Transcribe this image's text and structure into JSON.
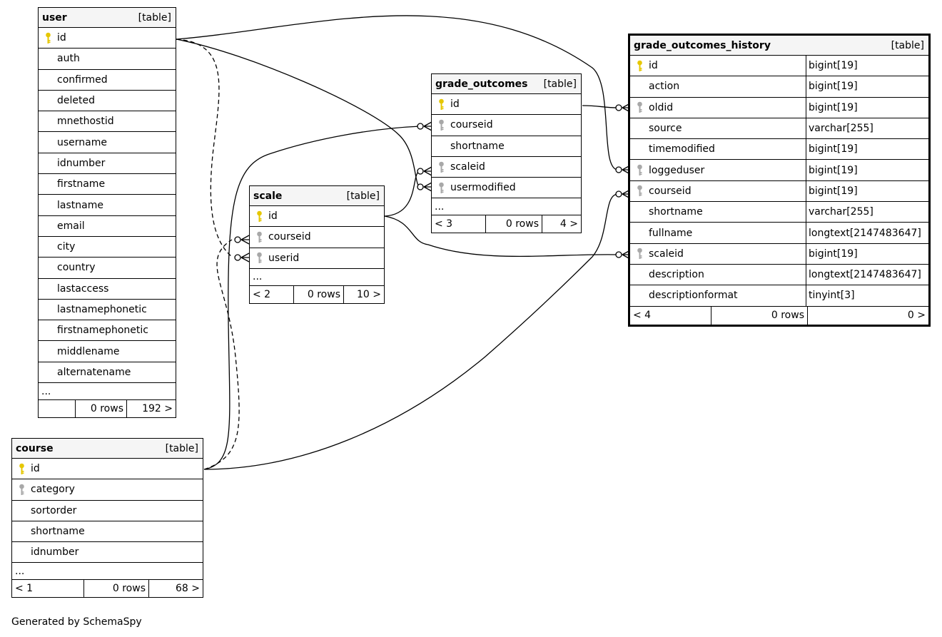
{
  "tables": {
    "user": {
      "name": "user",
      "tag": "[table]",
      "columns": [
        {
          "name": "id",
          "key": "pk"
        },
        {
          "name": "auth",
          "key": ""
        },
        {
          "name": "confirmed",
          "key": ""
        },
        {
          "name": "deleted",
          "key": ""
        },
        {
          "name": "mnethostid",
          "key": ""
        },
        {
          "name": "username",
          "key": ""
        },
        {
          "name": "idnumber",
          "key": ""
        },
        {
          "name": "firstname",
          "key": ""
        },
        {
          "name": "lastname",
          "key": ""
        },
        {
          "name": "email",
          "key": ""
        },
        {
          "name": "city",
          "key": ""
        },
        {
          "name": "country",
          "key": ""
        },
        {
          "name": "lastaccess",
          "key": ""
        },
        {
          "name": "lastnamephonetic",
          "key": ""
        },
        {
          "name": "firstnamephonetic",
          "key": ""
        },
        {
          "name": "middlename",
          "key": ""
        },
        {
          "name": "alternatename",
          "key": ""
        }
      ],
      "ellipsis": "...",
      "footer": {
        "parents": "",
        "rows": "0 rows",
        "children": "192 >"
      }
    },
    "course": {
      "name": "course",
      "tag": "[table]",
      "columns": [
        {
          "name": "id",
          "key": "pk"
        },
        {
          "name": "category",
          "key": "fk"
        },
        {
          "name": "sortorder",
          "key": ""
        },
        {
          "name": "shortname",
          "key": ""
        },
        {
          "name": "idnumber",
          "key": ""
        }
      ],
      "ellipsis": "...",
      "footer": {
        "parents": "< 1",
        "rows": "0 rows",
        "children": "68 >"
      }
    },
    "scale": {
      "name": "scale",
      "tag": "[table]",
      "columns": [
        {
          "name": "id",
          "key": "pk"
        },
        {
          "name": "courseid",
          "key": "fk"
        },
        {
          "name": "userid",
          "key": "fk"
        }
      ],
      "ellipsis": "...",
      "footer": {
        "parents": "< 2",
        "rows": "0 rows",
        "children": "10 >"
      }
    },
    "grade_outcomes": {
      "name": "grade_outcomes",
      "tag": "[table]",
      "columns": [
        {
          "name": "id",
          "key": "pk"
        },
        {
          "name": "courseid",
          "key": "fk"
        },
        {
          "name": "shortname",
          "key": ""
        },
        {
          "name": "scaleid",
          "key": "fk"
        },
        {
          "name": "usermodified",
          "key": "fk"
        }
      ],
      "ellipsis": "...",
      "footer": {
        "parents": "< 3",
        "rows": "0 rows",
        "children": "4 >"
      }
    },
    "grade_outcomes_history": {
      "name": "grade_outcomes_history",
      "tag": "[table]",
      "columns": [
        {
          "name": "id",
          "type": "bigint[19]",
          "key": "pk"
        },
        {
          "name": "action",
          "type": "bigint[19]",
          "key": ""
        },
        {
          "name": "oldid",
          "type": "bigint[19]",
          "key": "fk"
        },
        {
          "name": "source",
          "type": "varchar[255]",
          "key": ""
        },
        {
          "name": "timemodified",
          "type": "bigint[19]",
          "key": ""
        },
        {
          "name": "loggeduser",
          "type": "bigint[19]",
          "key": "fk"
        },
        {
          "name": "courseid",
          "type": "bigint[19]",
          "key": "fk"
        },
        {
          "name": "shortname",
          "type": "varchar[255]",
          "key": ""
        },
        {
          "name": "fullname",
          "type": "longtext[2147483647]",
          "key": ""
        },
        {
          "name": "scaleid",
          "type": "bigint[19]",
          "key": "fk"
        },
        {
          "name": "description",
          "type": "longtext[2147483647]",
          "key": ""
        },
        {
          "name": "descriptionformat",
          "type": "tinyint[3]",
          "key": ""
        }
      ],
      "footer": {
        "parents": "< 4",
        "rows": "0 rows",
        "children": "0 >"
      }
    }
  },
  "colors": {
    "primary_key": "#e6c700",
    "foreign_key": "#a8a8a8",
    "header_bg": "#f5f5f5"
  },
  "footer_text": "Generated by SchemaSpy"
}
